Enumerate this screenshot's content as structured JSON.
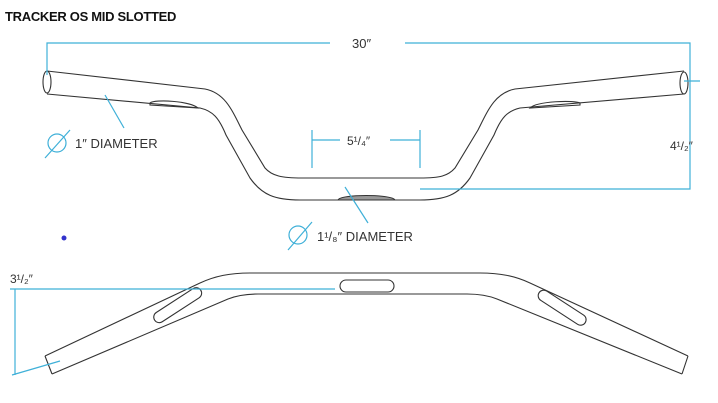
{
  "title": "TRACKER OS MID SLOTTED",
  "dimensions": {
    "width": "30″",
    "center_width": "5¹/₄″",
    "rise": "4¹/₂″",
    "pullback": "3¹/₂″",
    "end_diameter": "1″ DIAMETER",
    "center_diameter": "1¹/₈″ DIAMETER"
  },
  "colors": {
    "dimension": "#3fb0d8",
    "outline": "#333333",
    "dot": "#3333cc"
  }
}
